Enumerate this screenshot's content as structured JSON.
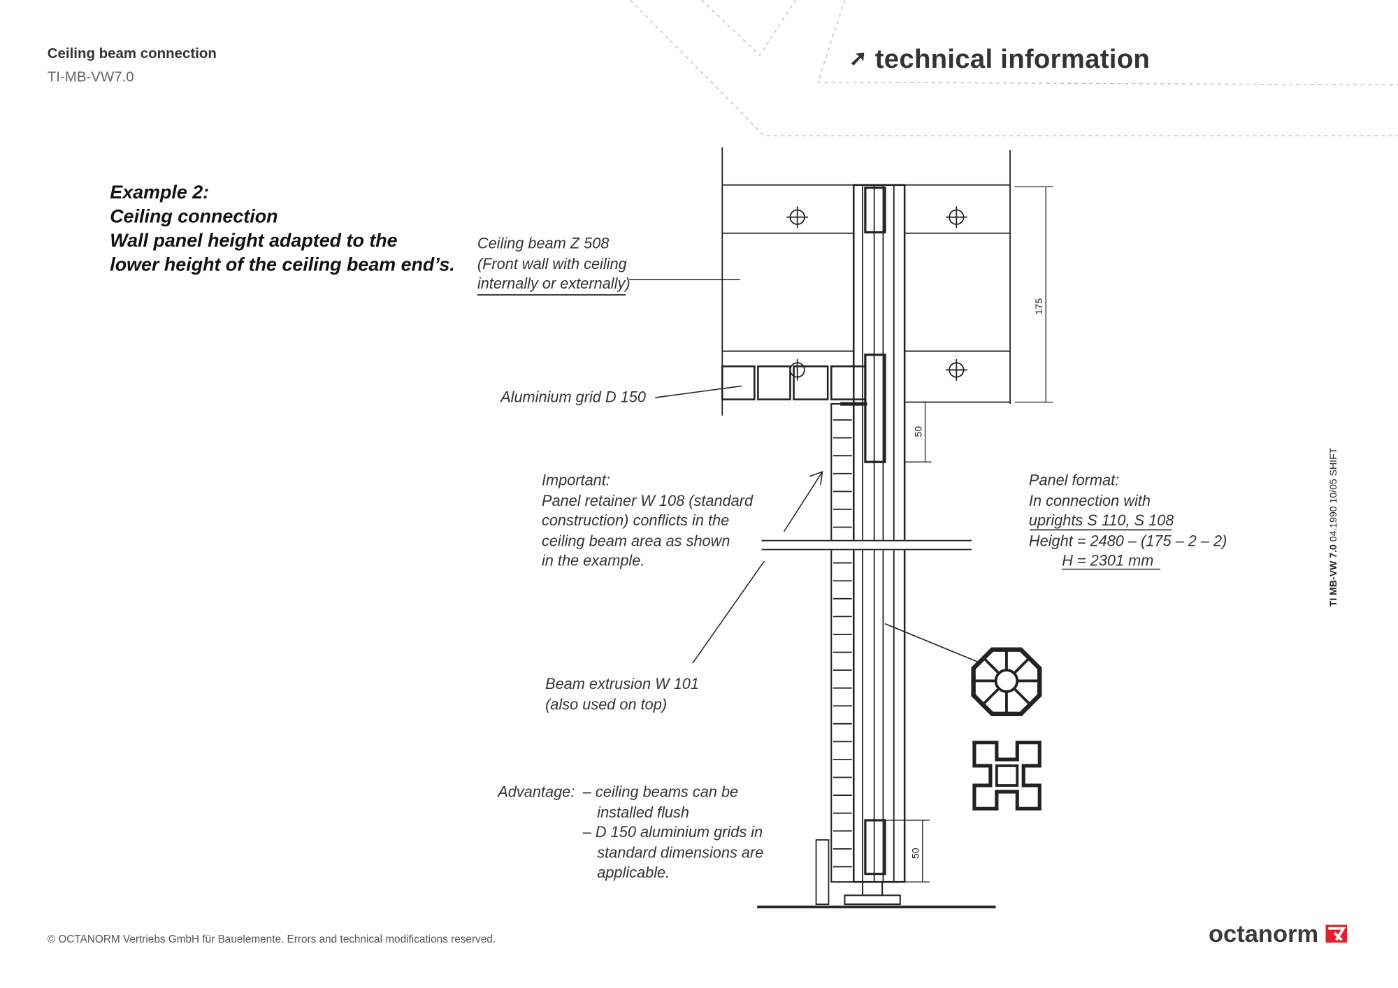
{
  "header": {
    "title": "Ceiling beam connection",
    "code": "TI-MB-VW7.0",
    "section": "technical information",
    "section_icon": "arrow-up-right-icon"
  },
  "example": {
    "lines": [
      "Example 2:",
      "Ceiling connection",
      "Wall panel height adapted to the",
      "lower height of the ceiling beam end’s."
    ]
  },
  "labels": {
    "ceiling_beam": [
      "Ceiling beam Z 508",
      "(Front wall with ceiling",
      "internally or externally)"
    ],
    "grid": "Aluminium grid D 150",
    "important": [
      "Important:",
      "Panel retainer W 108 (standard",
      "construction) conflicts in the",
      "ceiling beam area as shown",
      "in the example."
    ],
    "beam_extrusion": [
      "Beam extrusion W 101",
      "(also used on top)"
    ],
    "advantage_label": "Advantage:",
    "advantage": [
      "– ceiling beams can be",
      "installed flush",
      "– D 150 aluminium grids in",
      "standard dimensions are",
      "applicable."
    ],
    "panel_format": [
      "Panel format:",
      "In connection with",
      "uprights S 110, S 108",
      "Height = 2480 – (175 – 2 – 2)",
      "H = 2301 mm"
    ]
  },
  "dimensions": {
    "beam_height": "175",
    "top_gap": "50",
    "bottom_gap": "50"
  },
  "side_note": {
    "code": "TI MB-VW 7.0",
    "rest": "04.1990 10/05 SHIFT"
  },
  "footer": {
    "copyright": "© OCTANORM Vertriebs GmbH für Bauelemente. Errors and technical modifications reserved.",
    "logo": "octanorm",
    "brand_color": "#e0202f"
  }
}
